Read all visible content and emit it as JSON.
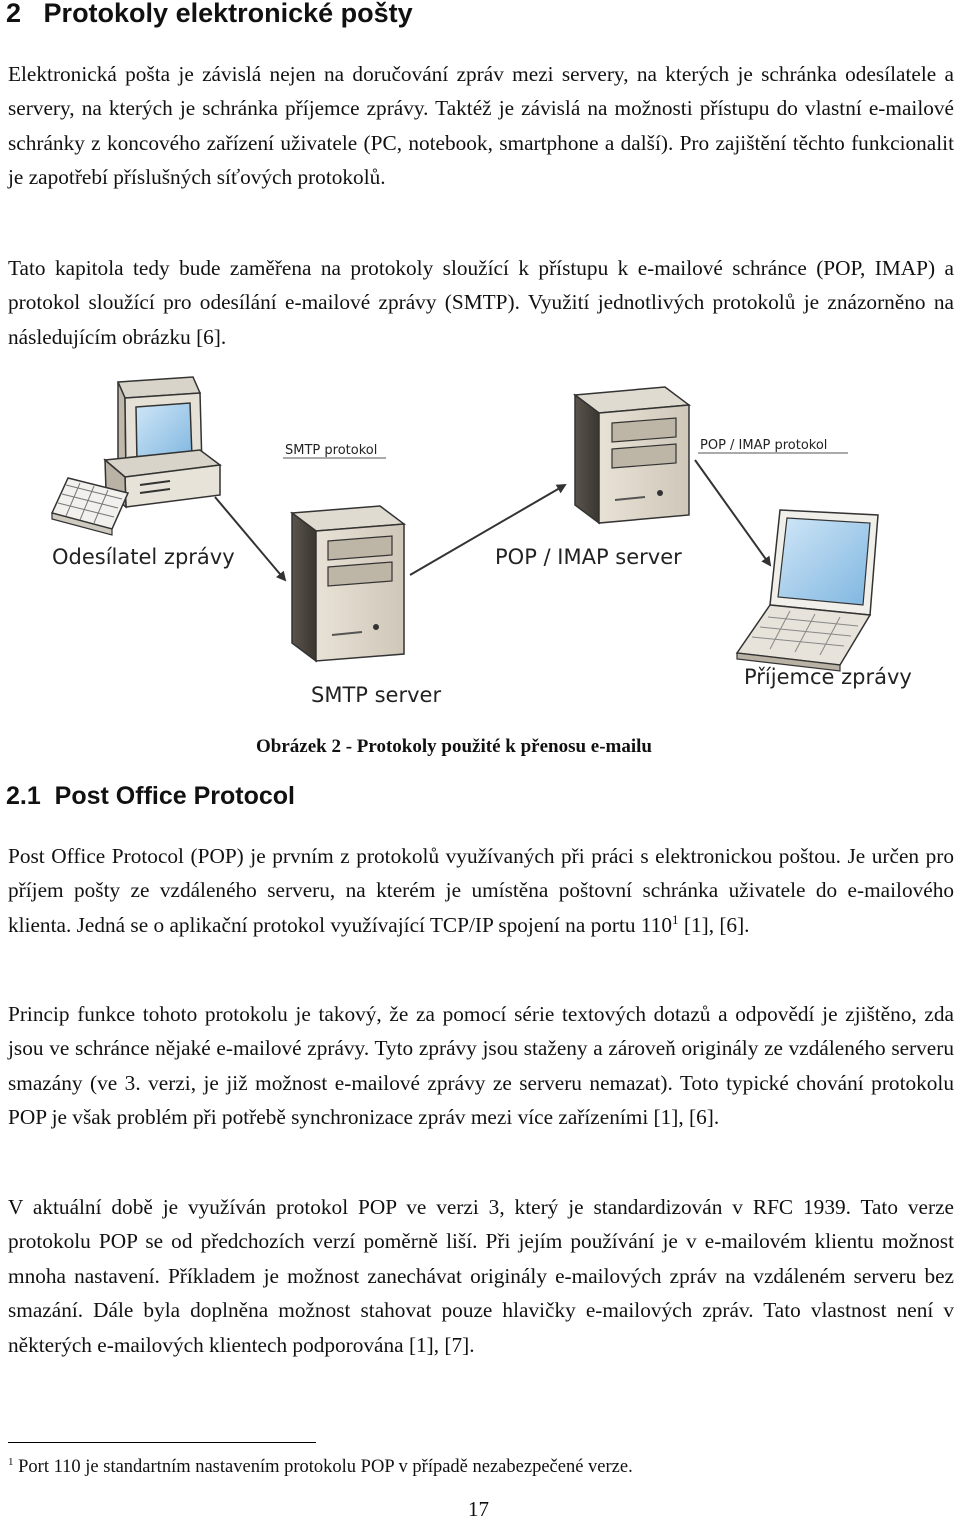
{
  "section": {
    "number": "2",
    "title": "Protokoly elektronické pošty"
  },
  "intro_paragraphs": [
    "Elektronická pošta je závislá nejen na doručování zpráv mezi servery, na kterých je schránka odesílatele a servery, na kterých je schránka příjemce zprávy. Taktéž je závislá na možnosti přístupu do vlastní e-mailové schránky z koncového zařízení uživatele (PC, notebook, smartphone a další). Pro zajištění těchto funkcionalit je zapotřebí příslušných síťových protokolů.",
    "Tato kapitola tedy bude zaměřena na protokoly sloužící k přístupu k e-mailové schránce (POP, IMAP) a protokol sloužící pro odesílání e-mailové zprávy (SMTP). Využití jednotlivých protokolů je znázorněno na následujícím obrázku [6]."
  ],
  "figure": {
    "labels": {
      "sender": "Odesílatel zprávy",
      "smtp_protocol": "SMTP protokol",
      "pop_imap_server": "POP / IMAP server",
      "pop_imap_protocol": "POP / IMAP protokol",
      "smtp_server": "SMTP server",
      "recipient": "Příjemce zprávy"
    },
    "caption": "Obrázek 2 - Protokoly použité k přenosu e-mailu"
  },
  "subsection": {
    "number": "2.1",
    "title": "Post Office Protocol"
  },
  "pop_p1": {
    "text": "Post Office Protocol (POP) je prvním z protokolů využívaných při práci s elektronickou poštou. Je určen pro příjem pošty ze vzdáleného serveru, na kterém je umístěna poštovní schránka uživatele do e-mailového klienta. Jedná se o aplikační protokol využívající TCP/IP spojení na portu 110",
    "footnote_ref": "1",
    "tail": " [1], [6]."
  },
  "pop_paragraphs": [
    "Princip funkce tohoto protokolu je takový, že za pomocí série textových dotazů a odpovědí je zjištěno, zda jsou ve schránce nějaké e-mailové zprávy. Tyto zprávy jsou staženy a zároveň originály ze vzdáleného serveru smazány (ve 3. verzi, je již možnost e-mailové zprávy ze serveru nemazat). Toto typické chování protokolu POP je však problém při potřebě synchronizace zpráv mezi více zařízeními [1], [6].",
    "V aktuální době je využíván protokol POP ve verzi 3, který je standardizován v RFC 1939. Tato verze protokolu POP se od předchozích verzí poměrně liší. Při jejím používání je v e-mailovém klientu možnost mnoha nastavení. Příkladem je možnost zanechávat originály e-mailových zpráv na vzdáleném serveru bez smazání. Dále byla doplněna možnost stahovat pouze hlavičky e-mailových zpráv. Tato vlastnost není v některých e-mailových klientech podporována [1], [7]."
  ],
  "footnote": {
    "number": "1",
    "text": "Port 110 je standartním nastavením protokolu POP v případě nezabezpečené verze."
  },
  "page_number": "17"
}
